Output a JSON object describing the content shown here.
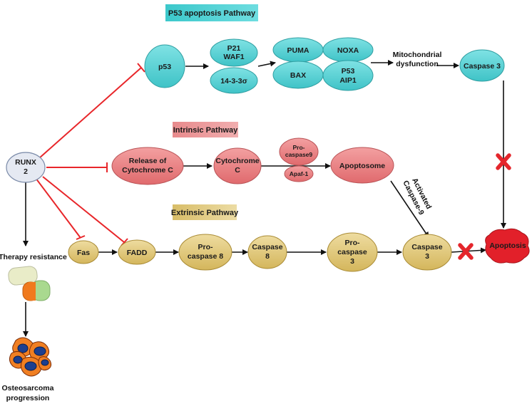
{
  "titles": {
    "p53_pathway": "P53 apoptosis Pathway",
    "intrinsic": "Intrinsic Pathway",
    "extrinsic": "Extrinsic Pathway"
  },
  "nodes": {
    "runx2": [
      "RUNX",
      "2"
    ],
    "p53": [
      "p53"
    ],
    "p21": [
      "P21",
      "WAF1"
    ],
    "n1433": [
      "14-3-3σ"
    ],
    "puma": [
      "PUMA"
    ],
    "noxa": [
      "NOXA"
    ],
    "bax": [
      "BAX"
    ],
    "p53aip1": [
      "P53",
      "AIP1"
    ],
    "mito": [
      "Mitochondrial",
      "dysfunction"
    ],
    "caspase3_top": [
      "Caspase 3"
    ],
    "release_cytc": [
      "Release of",
      "Cytochrome C"
    ],
    "cytc": [
      "Cytochrome",
      "C"
    ],
    "procasp9": [
      "Pro-",
      "caspase9"
    ],
    "apaf1": [
      "Apaf-1"
    ],
    "apoptosome": [
      "Apoptosome"
    ],
    "activated_casp9": [
      "Activated",
      "Caspase-9"
    ],
    "fas": [
      "Fas"
    ],
    "fadd": [
      "FADD"
    ],
    "procasp8": [
      "Pro-",
      "caspase 8"
    ],
    "casp8": [
      "Caspase",
      "8"
    ],
    "procasp3": [
      "Pro-",
      "caspase",
      "3"
    ],
    "casp3": [
      "Caspase",
      "3"
    ],
    "apoptosis": [
      "Apoptosis"
    ],
    "therapy": [
      "Therapy resistance"
    ],
    "osteo": [
      "Osteosarcoma",
      "progression"
    ]
  },
  "colors": {
    "teal": "#4fd0d3",
    "red_node": "#ea7a7c",
    "tan": "#dcc371",
    "runx": "#e5e9f2",
    "inhibit": "#e8262a",
    "block_x": "#e4262c",
    "apoptosis": "#e2202a"
  },
  "icons": {
    "block": "red-x-block-icon",
    "capsule": "capsule-icon",
    "cells": "tumor-cells-icon"
  }
}
